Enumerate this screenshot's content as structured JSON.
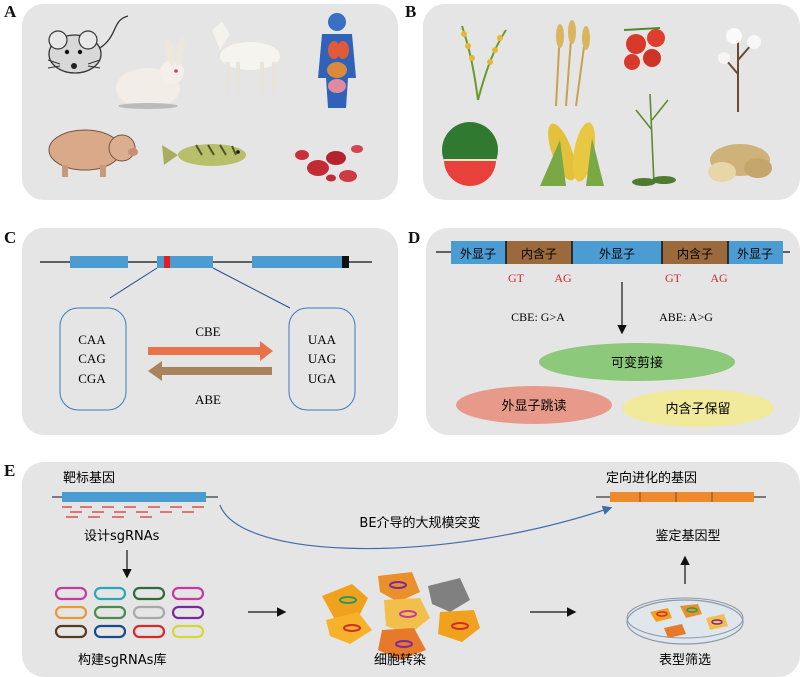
{
  "panels": {
    "A": {
      "label": "A"
    },
    "B": {
      "label": "B"
    },
    "C": {
      "label": "C",
      "codons_left": [
        "CAA",
        "CAG",
        "CGA"
      ],
      "codons_right": [
        "UAA",
        "UAG",
        "UGA"
      ],
      "cbe_label": "CBE",
      "abe_label": "ABE"
    },
    "D": {
      "label": "D",
      "segments": [
        "外显子",
        "内含子",
        "外显子",
        "内含子",
        "外显子"
      ],
      "splice_sites": [
        "GT",
        "AG",
        "GT",
        "AG"
      ],
      "cbe_text": "CBE: G>A",
      "abe_text": "ABE: A>G",
      "alt_splicing": "可变剪接",
      "exon_skipping": "外显子跳读",
      "intron_retention": "内含子保留"
    },
    "E": {
      "label": "E",
      "target_gene": "靶标基因",
      "design_sgrnas": "设计sgRNAs",
      "library": "构建sgRNAs库",
      "be_mutation": "BE介导的大规模突变",
      "evolved_gene": "定向进化的基因",
      "genotyping": "鉴定基因型",
      "transfection": "细胞转染",
      "phenotype": "表型筛选"
    }
  },
  "colors": {
    "exon": "#4b9cd3",
    "intron": "#9a6a3c",
    "cbe_arrow": "#e8734a",
    "abe_arrow": "#a9825e",
    "alt_splicing": "#8cc97a",
    "exon_skipping": "#e89a8a",
    "intron_retention": "#f0ea9a",
    "evolved_gene": "#ef8a2c",
    "red_mark": "#e02020"
  }
}
